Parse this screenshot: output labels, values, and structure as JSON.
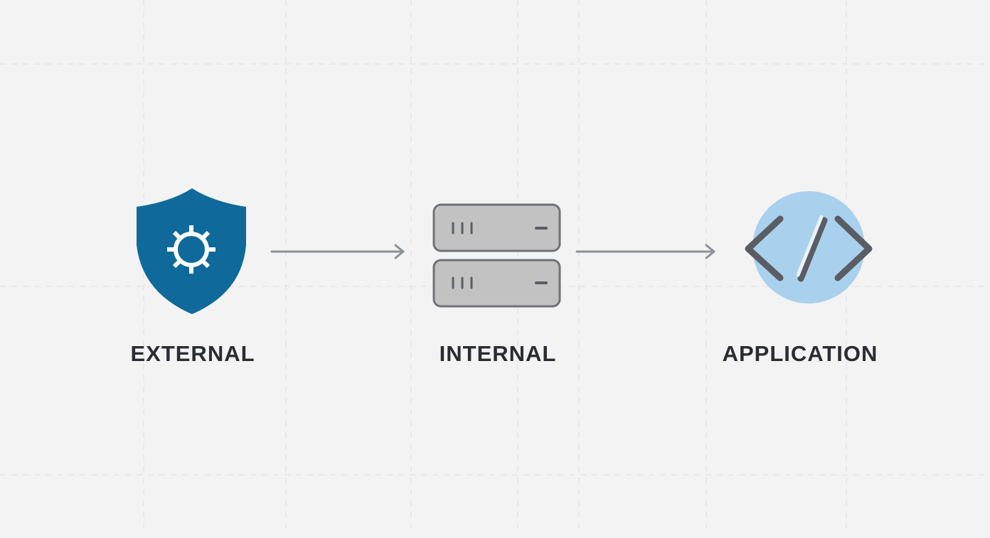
{
  "nodes": [
    {
      "id": "external",
      "label": "EXTERNAL",
      "icon": "shield-gear-icon",
      "color": "#0f6a9b"
    },
    {
      "id": "internal",
      "label": "INTERNAL",
      "icon": "server-stack-icon",
      "color": "#c2c2c2"
    },
    {
      "id": "application",
      "label": "APPLICATION",
      "icon": "code-brackets-icon",
      "color": "#a9d1ee"
    }
  ],
  "edges": [
    {
      "from": "external",
      "to": "internal"
    },
    {
      "from": "internal",
      "to": "application"
    }
  ],
  "colors": {
    "background": "#f3f3f3",
    "grid": "#dcdcdc",
    "arrow": "#8e9196",
    "text": "#2a2c31",
    "icon_stroke": "#5a5d63"
  }
}
